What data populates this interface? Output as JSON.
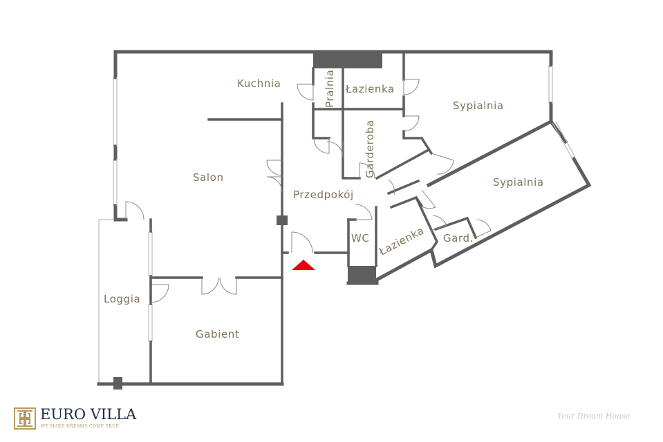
{
  "rooms": {
    "kuchnia": "Kuchnia",
    "pralnia": "Pralnia",
    "lazienka_top": "Łazienka",
    "sypialnia_top": "Sypialnia",
    "salon": "Salon",
    "garderoba": "Garderoba",
    "przedpokoj": "Przedpokój",
    "sypialnia_right": "Sypialnia",
    "wc": "WC",
    "lazienka_bottom": "Łazienka",
    "gard": "Gard.",
    "loggia": "Loggia",
    "gabinet": "Gabient"
  },
  "brand": {
    "name": "EURO VILLA",
    "tagline": "WE MAKE DREAMS COME TRUE"
  },
  "footer": {
    "slogan": "Your Dream House"
  },
  "colors": {
    "wall": "#5e5e5e",
    "label": "#7e7455",
    "entrance_marker": "#e0000f",
    "brand_navy": "#1f2a44",
    "brand_gold": "#b49a62"
  }
}
